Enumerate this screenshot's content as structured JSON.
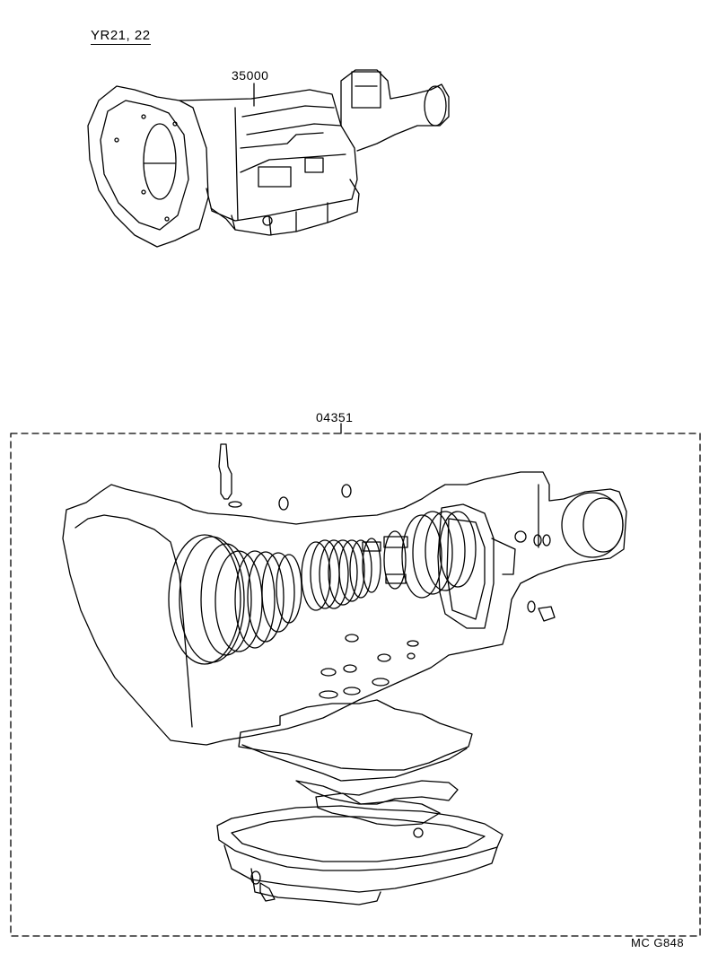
{
  "diagram": {
    "model_label": "YR21, 22",
    "assembly_part_number": "35000",
    "kit_part_number": "04351",
    "reference_code": "MC G848"
  }
}
